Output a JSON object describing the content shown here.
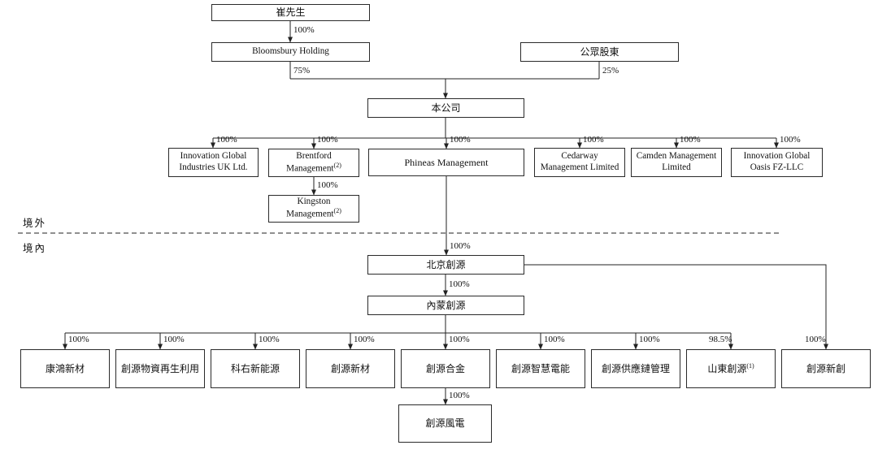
{
  "regions": {
    "offshore": "境外",
    "onshore": "境內"
  },
  "nodes": {
    "cui": {
      "label": "崔先生"
    },
    "bloomsbury": {
      "label": "Bloomsbury Holding"
    },
    "public": {
      "label": "公眾股東"
    },
    "company": {
      "label": "本公司"
    },
    "igi_uk": {
      "label": "Innovation Global Industries UK Ltd."
    },
    "brentford": {
      "label": "Brentford Management",
      "sup": "(2)"
    },
    "phineas": {
      "label": "Phineas Management"
    },
    "cedarway": {
      "label": "Cedarway Management Limited"
    },
    "camden": {
      "label": "Camden Management Limited"
    },
    "igo": {
      "label": "Innovation Global Oasis FZ-LLC"
    },
    "kingston": {
      "label": "Kingston Management",
      "sup": "(2)"
    },
    "beijing": {
      "label": "北京創源"
    },
    "neimeng": {
      "label": "內蒙創源"
    },
    "kanghong": {
      "label": "康鴻新材"
    },
    "wuzi": {
      "label": "創源物資再生利用"
    },
    "keyou": {
      "label": "科右新能源"
    },
    "xincai": {
      "label": "創源新材"
    },
    "hejin": {
      "label": "創源合金"
    },
    "zhihui": {
      "label": "創源智慧電能"
    },
    "gongying": {
      "label": "創源供應鏈管理"
    },
    "shandong": {
      "label": "山東創源",
      "sup": "(1)"
    },
    "xinchuang": {
      "label": "創源新創"
    },
    "fengdian": {
      "label": "創源風電"
    }
  },
  "percentages": {
    "cui_bloomsbury": "100%",
    "bloomsbury_company": "75%",
    "public_company": "25%",
    "company_igi": "100%",
    "company_brentford": "100%",
    "company_phineas": "100%",
    "company_cedarway": "100%",
    "company_camden": "100%",
    "company_igo": "100%",
    "brentford_kingston": "100%",
    "phineas_beijing": "100%",
    "beijing_neimeng": "100%",
    "beijing_xinchuang": "100%",
    "neimeng_kanghong": "100%",
    "neimeng_wuzi": "100%",
    "neimeng_keyou": "100%",
    "neimeng_xincai": "100%",
    "neimeng_hejin": "100%",
    "neimeng_zhihui": "100%",
    "neimeng_gongying": "100%",
    "neimeng_shandong": "98.5%",
    "hejin_fengdian": "100%"
  }
}
